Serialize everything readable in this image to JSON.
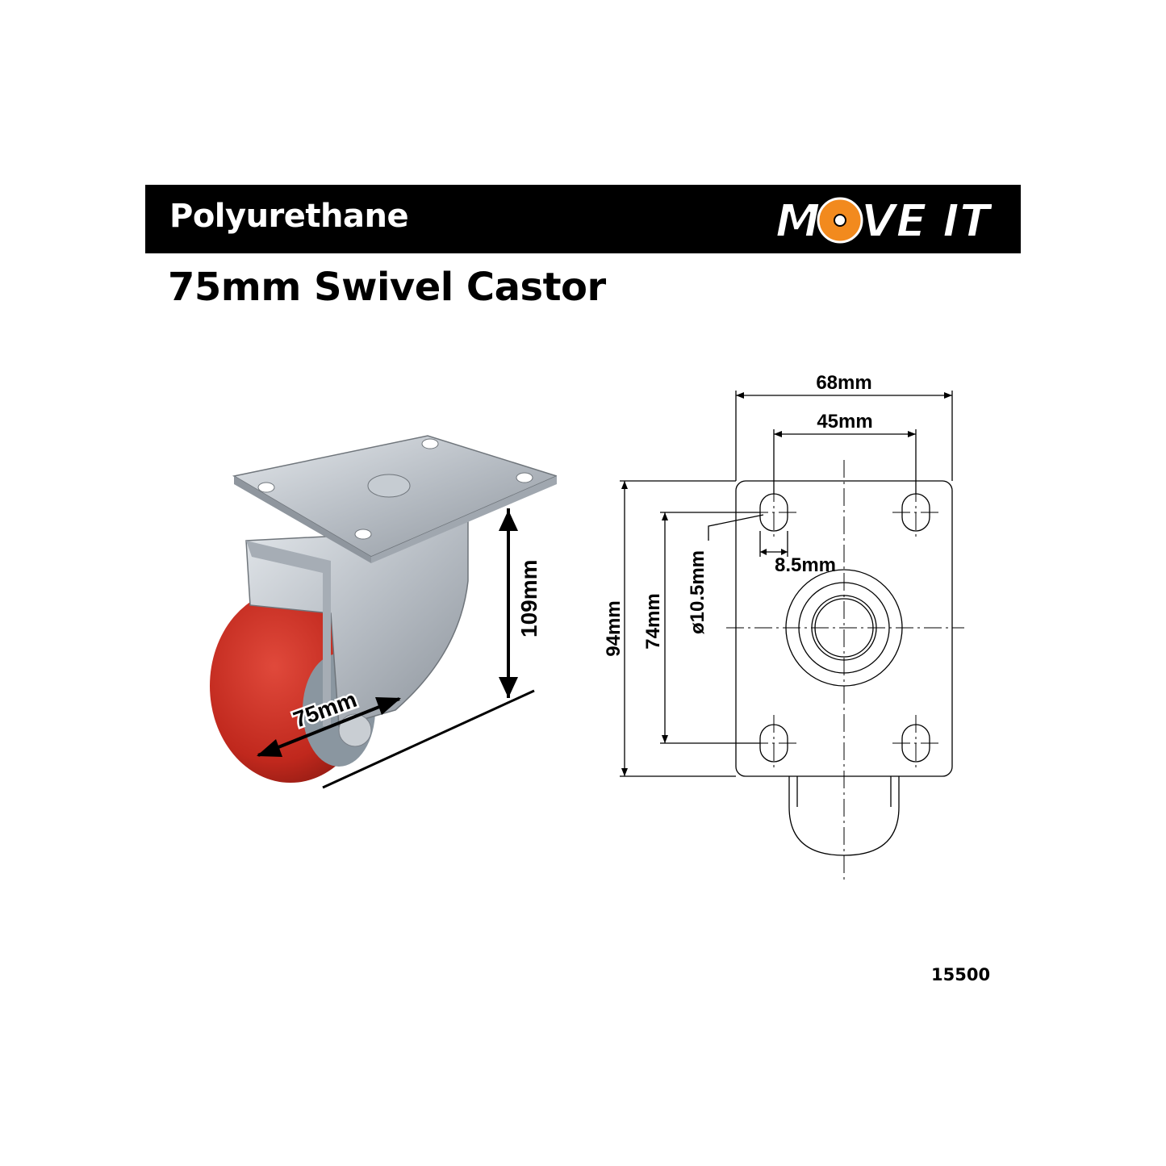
{
  "header": {
    "title": "Polyurethane",
    "logo_text_left": "M",
    "logo_text_right": "VE IT"
  },
  "subtitle": "75mm Swivel Castor",
  "photo_dimensions": {
    "height": "109mm",
    "wheel": "75mm"
  },
  "drawing_dimensions": {
    "overall_width": "68mm",
    "hole_spacing_width": "45mm",
    "overall_height": "94mm",
    "hole_spacing_height": "74mm",
    "hole_diameter": "ø10.5mm",
    "slot_width": "8.5mm"
  },
  "product_code": "15500",
  "colors": {
    "banner": "#000000",
    "logo_orange": "#f28a1e",
    "wheel_red": "#c8281e",
    "zinc": "#b9bfc6"
  }
}
